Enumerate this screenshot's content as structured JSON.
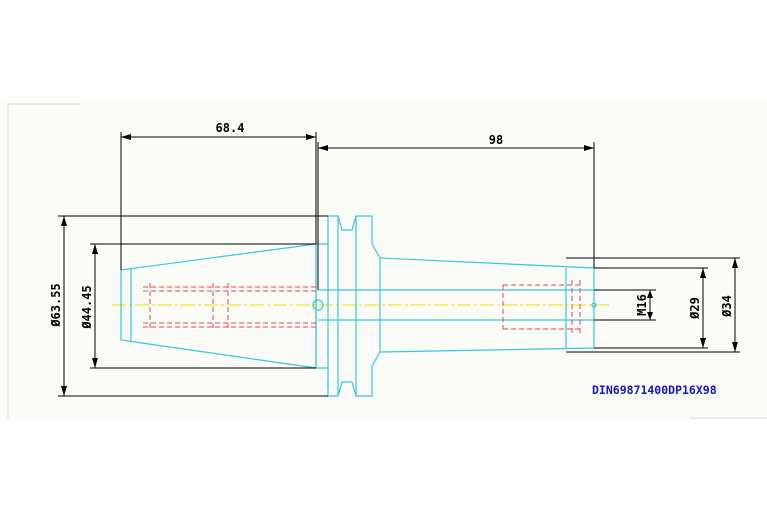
{
  "drawing": {
    "colors": {
      "background": "#ffffff",
      "paper": "#fbfbf8",
      "outline": "#37c7d8",
      "hidden": "#e04a4a",
      "centerline": "#e8e000",
      "dimension": "#000000",
      "part_number": "#1515c8"
    },
    "dimensions": {
      "gauge_to_flange": "68.4",
      "projection_length": "98",
      "flange_diameter": "Ø63.55",
      "taper_diameter": "Ø44.45",
      "thread": "M16",
      "bore_diameter": "Ø29",
      "nose_diameter": "Ø34"
    },
    "part_number": "DIN69871400DP16X98"
  }
}
